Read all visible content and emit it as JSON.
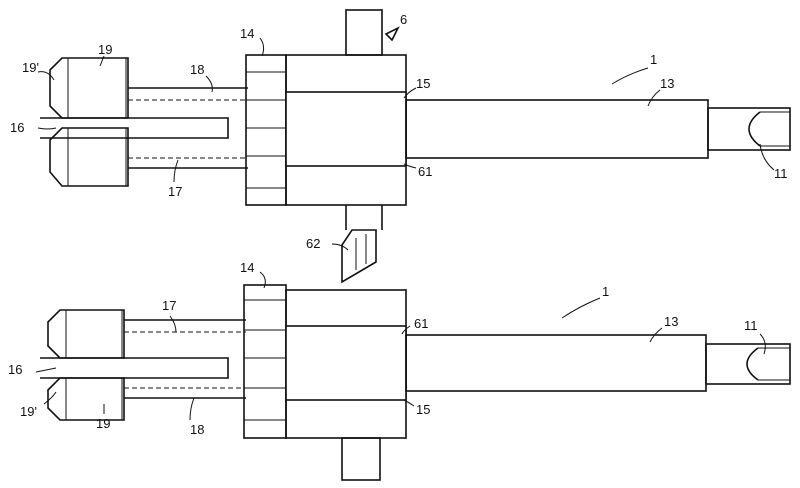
{
  "figure": {
    "labels": {
      "top": {
        "n19p": "19'",
        "n19": "19",
        "n18": "18",
        "n14": "14",
        "n6": "6",
        "n1": "1",
        "n13": "13",
        "n15": "15",
        "n16": "16",
        "n17": "17",
        "n61": "61",
        "n11": "11"
      },
      "middle": {
        "n62": "62"
      },
      "bottom": {
        "n14": "14",
        "n1": "1",
        "n17": "17",
        "n61": "61",
        "n13": "13",
        "n11": "11",
        "n16": "16",
        "n19p": "19'",
        "n19": "19",
        "n18": "18",
        "n15": "15"
      }
    }
  }
}
